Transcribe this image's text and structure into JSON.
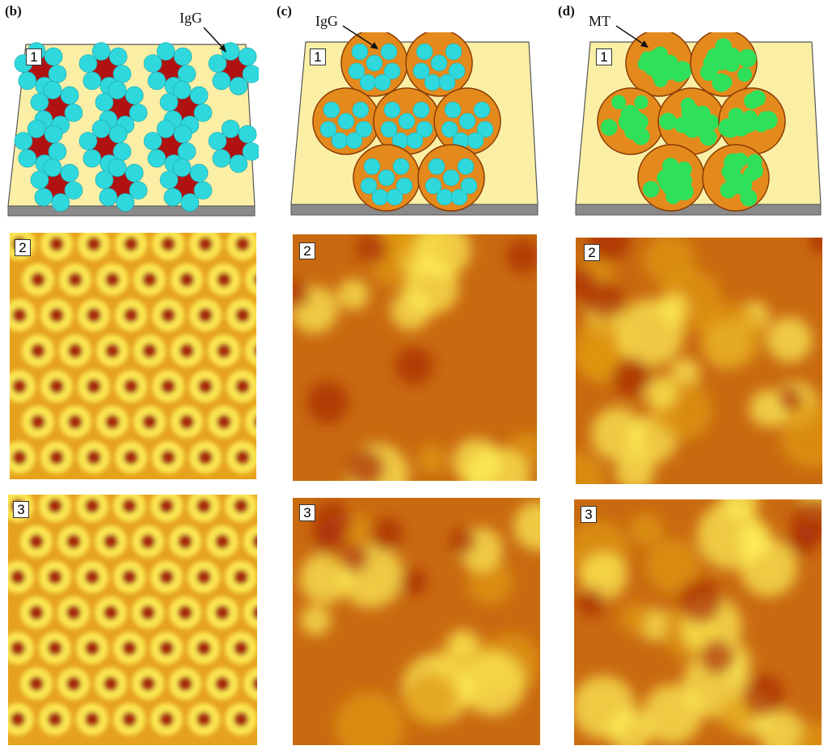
{
  "panels": [
    {
      "letter": "(b)",
      "callout": "IgG"
    },
    {
      "letter": "(c)",
      "callout": "IgG"
    },
    {
      "letter": "(d)",
      "callout": "MT"
    }
  ],
  "row_tags": [
    "1",
    "2",
    "3"
  ],
  "colors": {
    "substrate_top": "#fbefa6",
    "substrate_side": "#8a8a8a",
    "pore_dark_red": "#b01212",
    "igg_cyan": "#2fd8dc",
    "mt_green": "#2ee05a",
    "bead_orange": "#e48a1c",
    "afm_low": "#a82a08",
    "afm_mid": "#e09a12",
    "afm_high": "#fff25a"
  }
}
